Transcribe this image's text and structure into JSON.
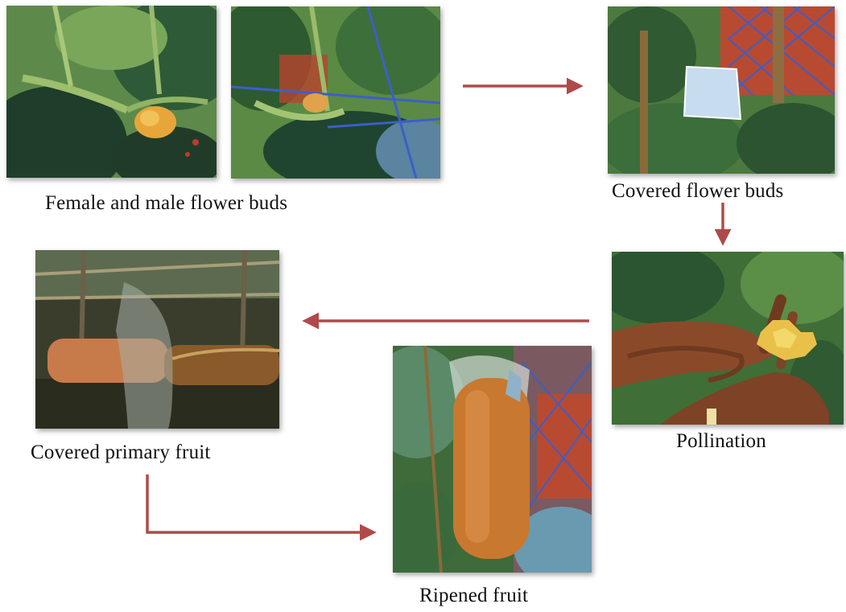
{
  "captions": {
    "flower_buds": "Female and male flower buds",
    "covered_buds": "Covered flower buds",
    "pollination": "Pollination",
    "covered_fruit": "Covered primary fruit",
    "ripened_fruit": "Ripened fruit"
  },
  "colors": {
    "arrow": "#b04a4a",
    "leaf_dark": "#1f4a2f",
    "leaf_mid": "#3f7a3a",
    "flower": "#e8a63a",
    "fruit": "#c9782f",
    "net": "#3c5fc8",
    "soil": "#b8432e"
  }
}
